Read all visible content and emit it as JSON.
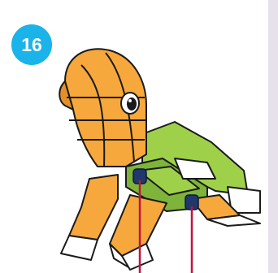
{
  "step": {
    "number": "16"
  },
  "colors": {
    "orange": "#f6a83c",
    "orange_dark": "#e3902a",
    "green": "#9fd04a",
    "green_dark": "#7fb43a",
    "white_block": "#ffffff",
    "peg": "#20386b",
    "pointer_line": "#c0143c",
    "badge": "#1ab3ea"
  },
  "icons": [
    "step-number-badge",
    "eye-icon",
    "connector-peg-icon",
    "pointer-line"
  ]
}
